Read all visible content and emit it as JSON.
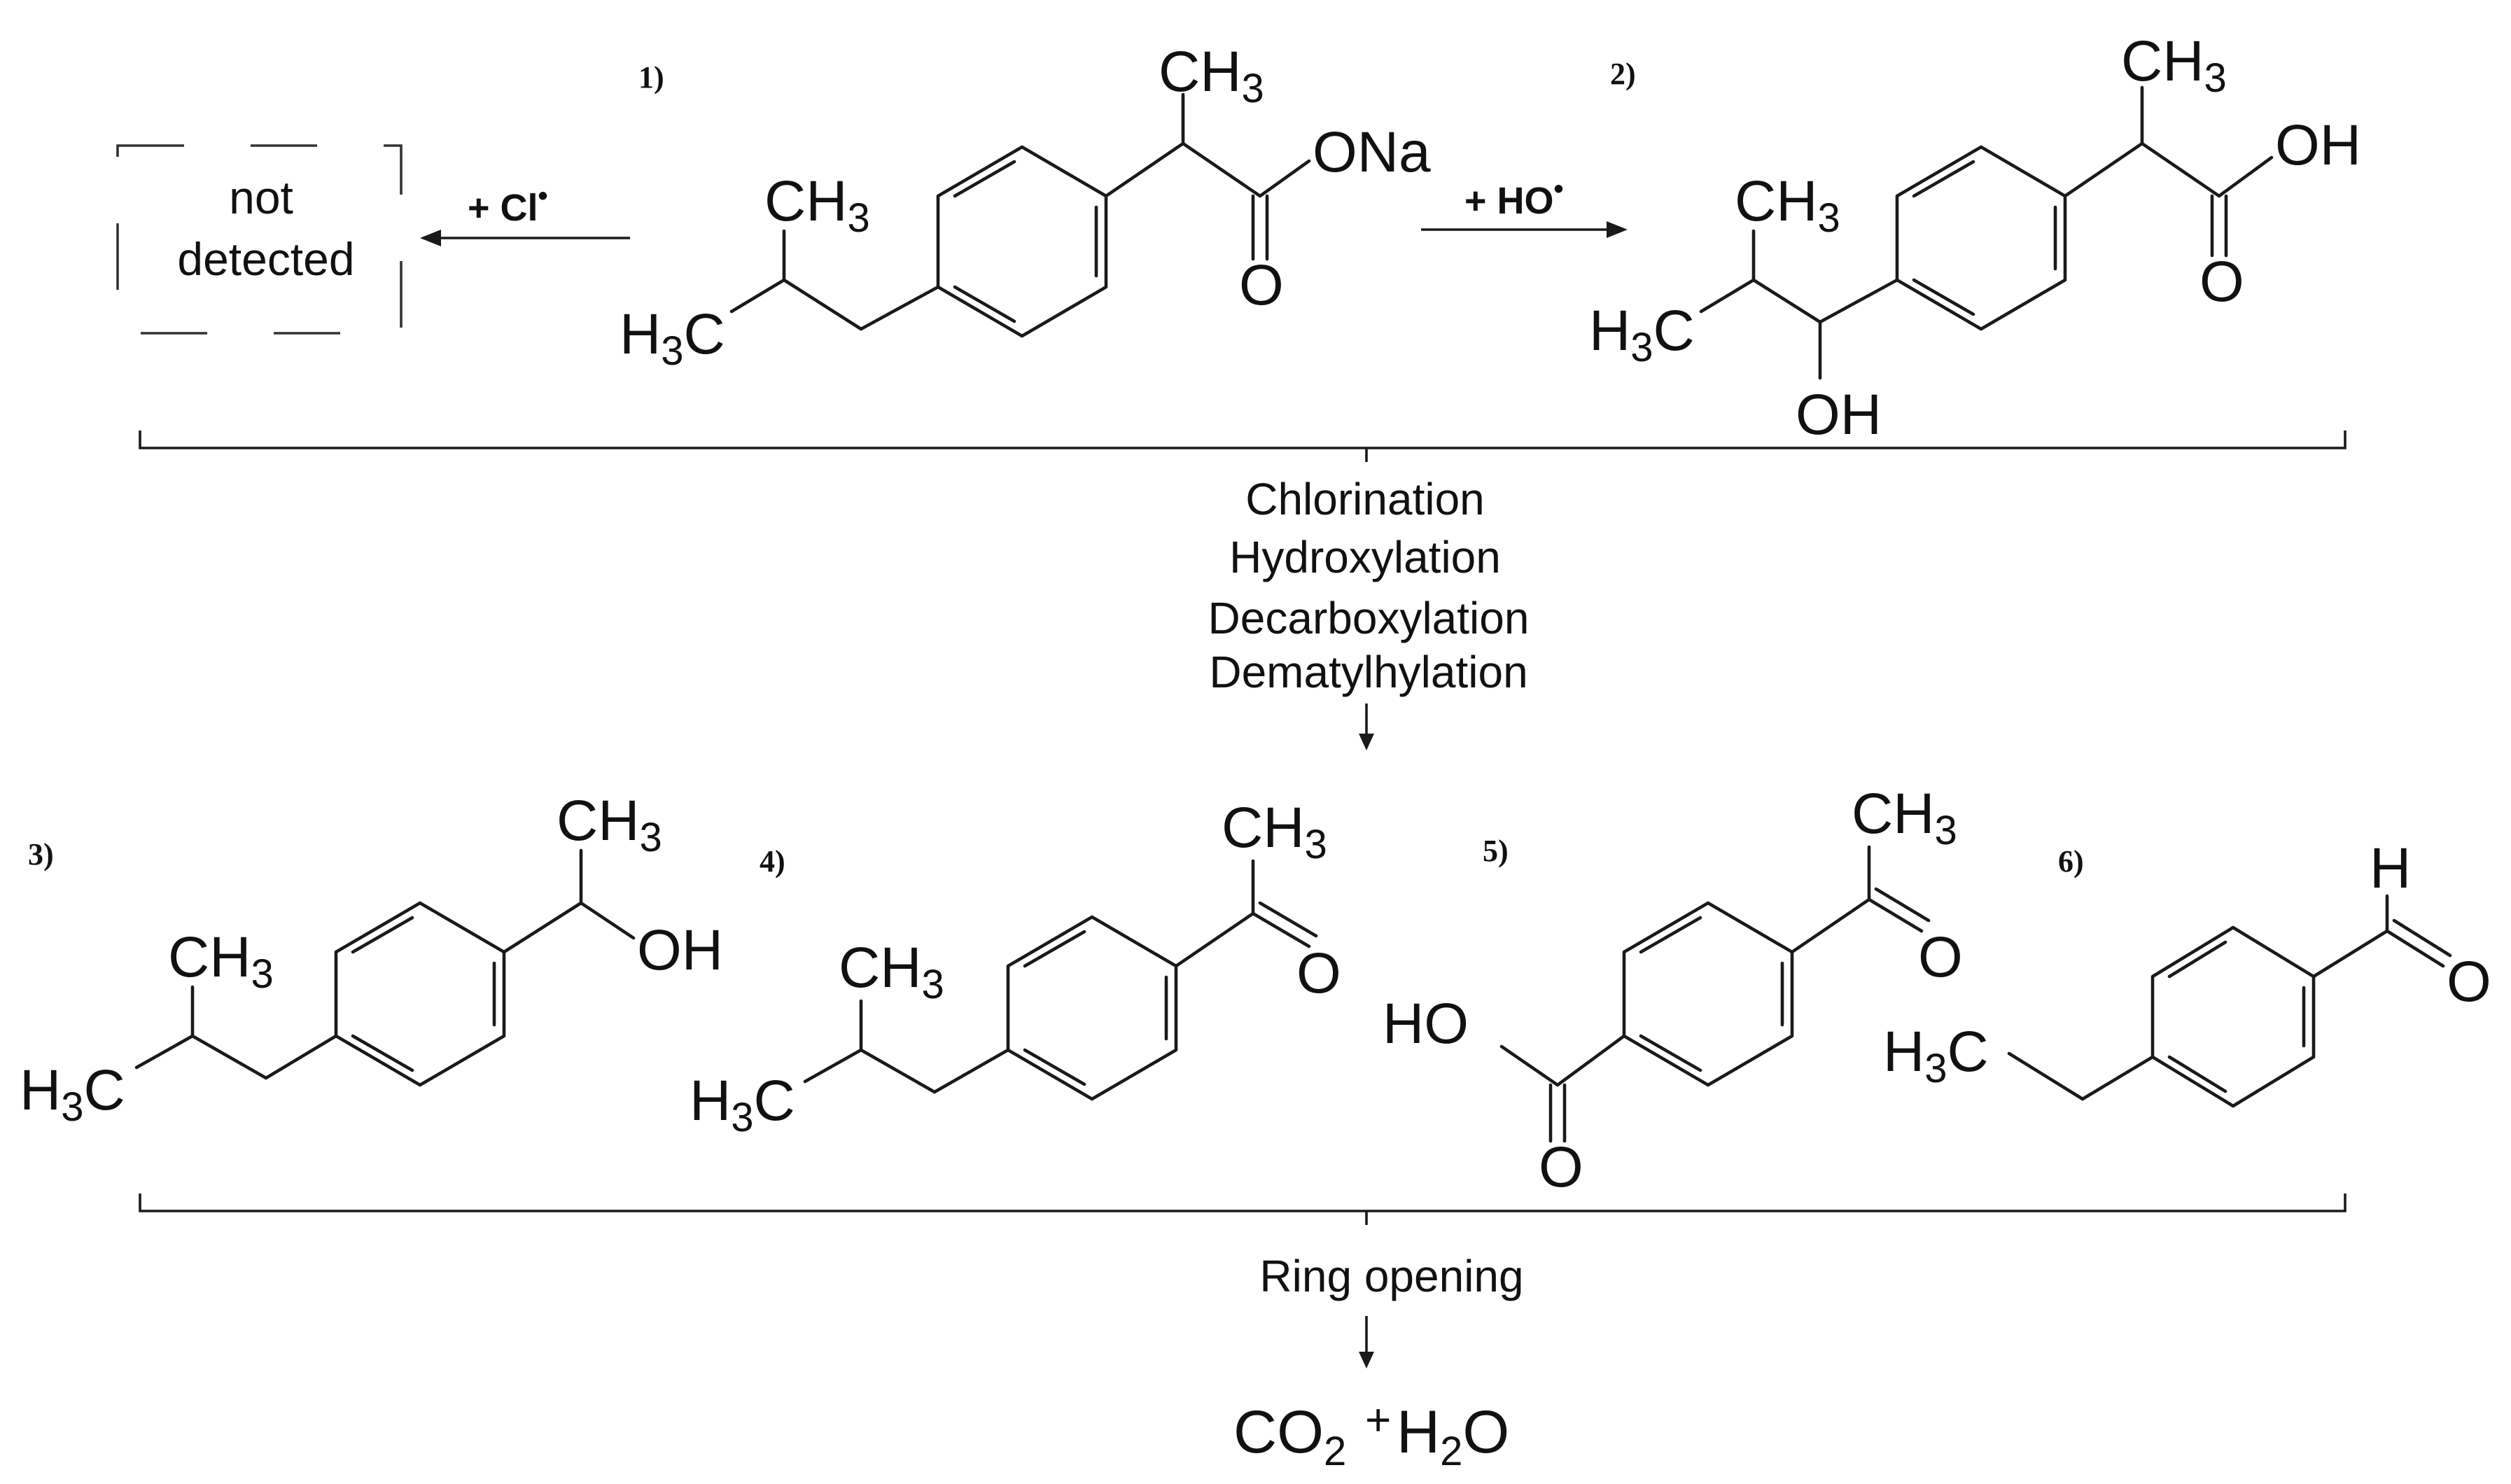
{
  "labels": {
    "c1": "1)",
    "c2": "2)",
    "c3": "3)",
    "c4": "4)",
    "c5": "5)",
    "c6": "6)"
  },
  "reagents": {
    "chlorine": {
      "text": "+ Cl",
      "superscript": "•"
    },
    "hydroxyl": {
      "text": "+ HO",
      "superscript": "•"
    }
  },
  "dead_end_box": {
    "line1": "not",
    "line2": "detected"
  },
  "atoms": {
    "c1_me_top": "CH3",
    "c1_me_iso": "CH3",
    "c1_h3c": "H3C",
    "c1_ona": "ONa",
    "c1_o": "O",
    "c2_me_top": "CH3",
    "c2_me_iso": "CH3",
    "c2_h3c": "H3C",
    "c2_oh_acid": "OH",
    "c2_o": "O",
    "c2_oh_chain": "OH",
    "c3_me_top": "CH3",
    "c3_oh": "OH",
    "c3_me_iso": "CH3",
    "c3_h3c": "H3C",
    "c4_me_top": "CH3",
    "c4_o": "O",
    "c4_me_iso": "CH3",
    "c4_h3c": "H3C",
    "c5_me_top": "CH3",
    "c5_o_ketone": "O",
    "c5_ho": "HO",
    "c5_o_acid": "O",
    "c6_h": "H",
    "c6_o": "O",
    "c6_h3c": "H3C"
  },
  "steps": {
    "first": [
      "Chlorination",
      "Hydroxylation",
      "Decarboxylation",
      "Dematylhylation"
    ],
    "second": "Ring opening"
  },
  "final_products": {
    "co2": "CO2",
    "plus": "+",
    "h2o": "H2O"
  }
}
